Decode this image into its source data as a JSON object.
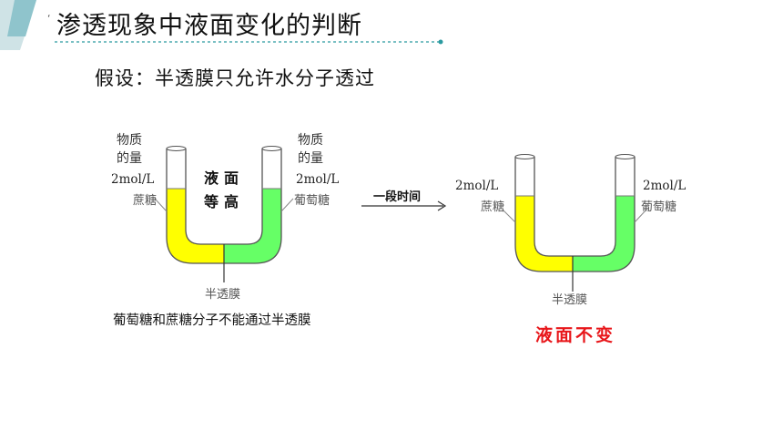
{
  "slide": {
    "title": "渗透现象中液面变化的判断",
    "hypothesis": "假设：半透膜只允许水分子透过"
  },
  "left_diagram": {
    "left_label_line1": "物质",
    "left_label_line2": "的量",
    "left_conc": "2mol/L",
    "left_solute": "蔗糖",
    "right_label_line1": "物质",
    "right_label_line2": "的量",
    "right_conc": "2mol/L",
    "right_solute": "葡萄糖",
    "middle_line1": "液面",
    "middle_line2": "等高",
    "membrane": "半透膜",
    "note": "葡萄糖和蔗糖分子不能通过半透膜"
  },
  "arrow_label": "一段时间",
  "right_diagram": {
    "left_conc": "2mol/L",
    "left_solute": "蔗糖",
    "right_conc": "2mol/L",
    "right_solute": "葡萄糖",
    "membrane": "半透膜",
    "result": "液面不变"
  },
  "colors": {
    "sucrose_fill": "#ffff00",
    "glucose_fill": "#66ff66",
    "result_text": "#e8161a",
    "accent_teal": "#1a9a9a"
  }
}
